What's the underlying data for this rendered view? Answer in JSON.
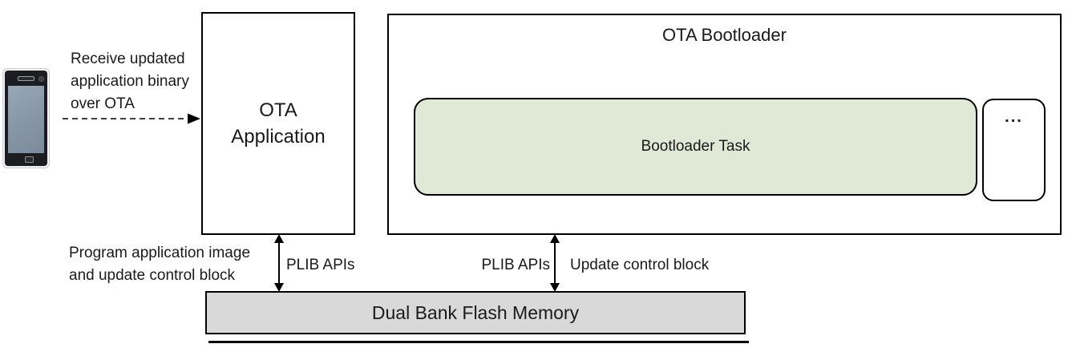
{
  "diagram": {
    "title_hint": "OTA firmware update architecture diagram",
    "phone": {
      "icon": "smartphone"
    },
    "annotations": {
      "receive": {
        "line1": "Receive updated",
        "line2": "application binary",
        "line3": "over OTA"
      },
      "program": {
        "line1": "Program application image",
        "line2": "and update control block"
      },
      "plib_left": "PLIB APIs",
      "plib_right": "PLIB APIs",
      "update_control": "Update control block"
    },
    "boxes": {
      "ota_application": {
        "line1": "OTA",
        "line2": "Application"
      },
      "ota_bootloader": {
        "title": "OTA Bootloader"
      },
      "bootloader_task": {
        "label": "Bootloader Task"
      },
      "more_tasks": {
        "label": "..."
      },
      "flash_memory": {
        "label": "Dual Bank Flash Memory"
      }
    },
    "colors": {
      "task_fill": "#dfe9d5",
      "memory_fill": "#d9d9d9",
      "border": "#000000",
      "background": "#ffffff"
    }
  }
}
